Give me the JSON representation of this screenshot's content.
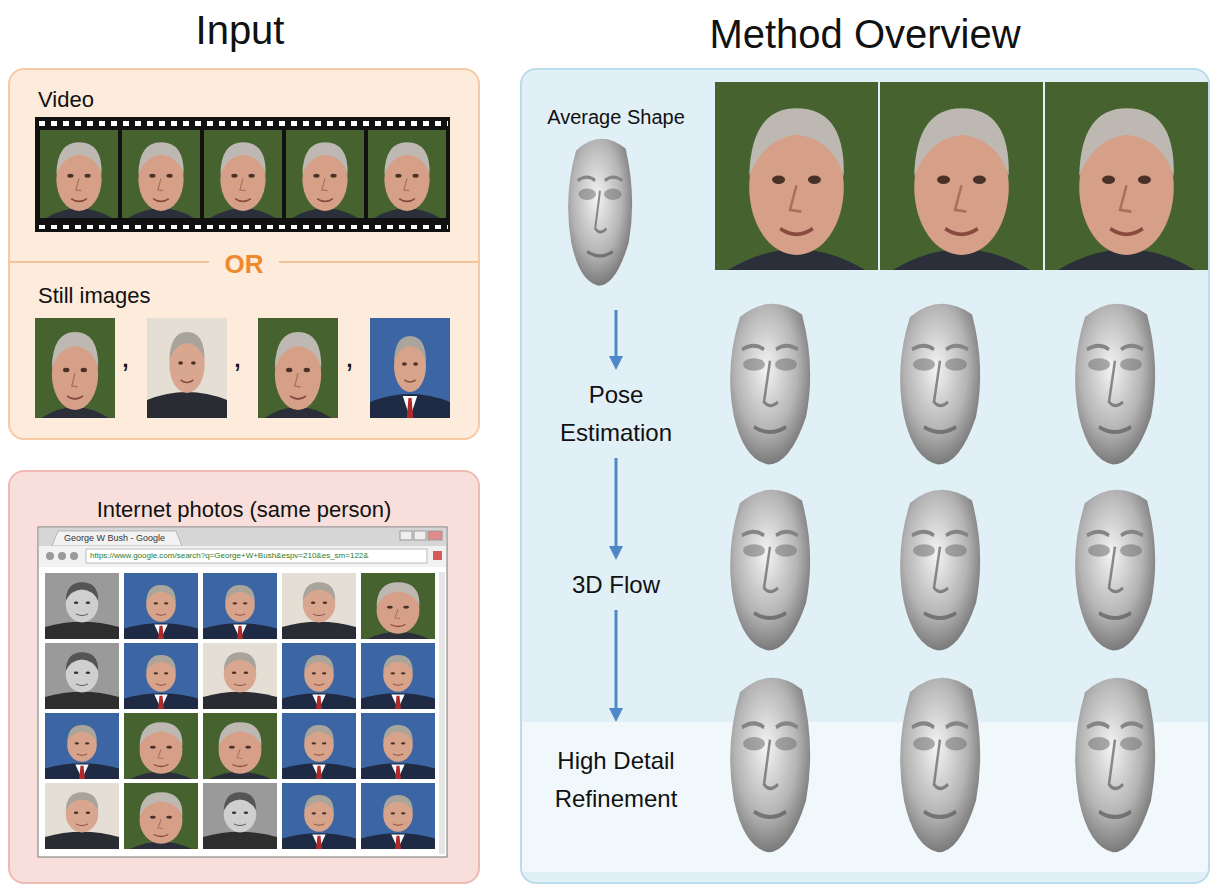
{
  "diagram": {
    "nodes": [
      {
        "text": [
          "Video",
          "OR",
          "Still images"
        ]
      },
      {
        "text": [
          "Internet photos (same person)"
        ]
      },
      {
        "text": [
          "Method Overview"
        ]
      },
      {
        "text": [
          "Average Shape"
        ],
        "in": 2
      },
      {
        "text": [
          "Pose Estimation"
        ],
        "in": 2
      },
      {
        "text": [
          "3D Flow"
        ],
        "in": 2
      },
      {
        "text": [
          "High Detail Refinement"
        ],
        "in": 2
      }
    ],
    "edges": [
      {
        "from": 3,
        "to": 4,
        "arrow": "to"
      },
      {
        "from": 4,
        "to": 5,
        "arrow": "to"
      },
      {
        "from": 5,
        "to": 6,
        "arrow": "to"
      }
    ],
    "labels": [
      "Input",
      ",",
      ",",
      ",",
      "George W Bush - Google",
      "https://www.google.com/search?q=George+W+Bush&espv=210&es_sm=122&"
    ]
  }
}
